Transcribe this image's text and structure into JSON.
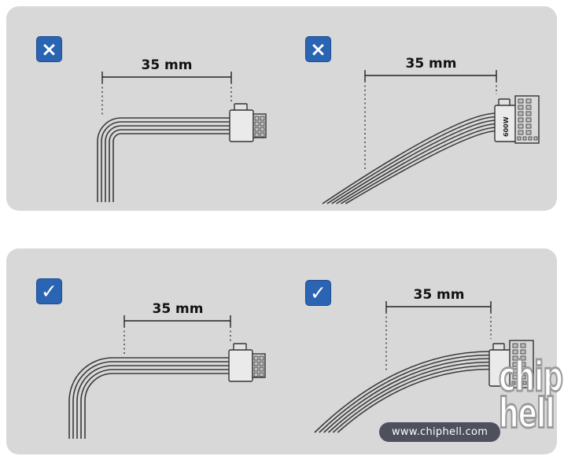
{
  "colors": {
    "panel_bg": "#d8d8d8",
    "badge_bg": "#2a64b2",
    "badge_border": "#1c4c94",
    "line": "#333333"
  },
  "panels": [
    {
      "result": "incorrect",
      "badge_icon": "×",
      "examples": [
        {
          "dimension_label": "35 mm",
          "connector": "pcie-8pin"
        },
        {
          "dimension_label": "35 mm",
          "connector": "12vhpwr",
          "connector_label": "600W"
        }
      ]
    },
    {
      "result": "correct",
      "badge_icon": "✓",
      "examples": [
        {
          "dimension_label": "35 mm",
          "connector": "pcie-8pin"
        },
        {
          "dimension_label": "35 mm",
          "connector": "12vhpwr"
        }
      ]
    }
  ],
  "watermark": {
    "text": "www.chiphell.com",
    "logo_top": "chip",
    "logo_bottom": "hell"
  }
}
